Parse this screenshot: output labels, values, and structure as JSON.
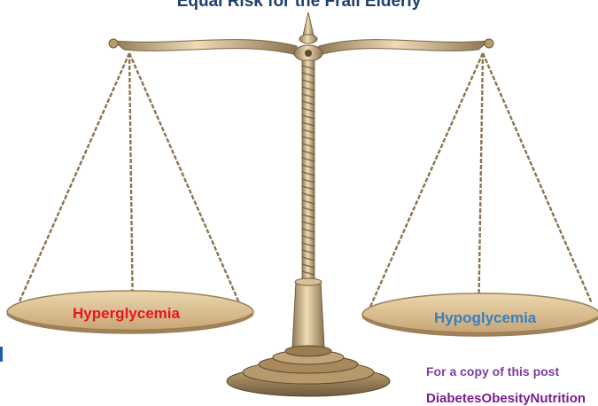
{
  "title": "Equal Risk for the Frail Elderly",
  "pans": {
    "left_label": "Hyperglycemia",
    "right_label": "Hypoglycemia"
  },
  "footer": {
    "line1": "For a copy of this post",
    "line2": "DiabetesObesityNutrition"
  },
  "colors": {
    "title": "#1f3f6e",
    "left_label": "#e8161d",
    "right_label": "#3a7fbf",
    "footer": "#7e3c9e",
    "brass": "#c9a977"
  }
}
